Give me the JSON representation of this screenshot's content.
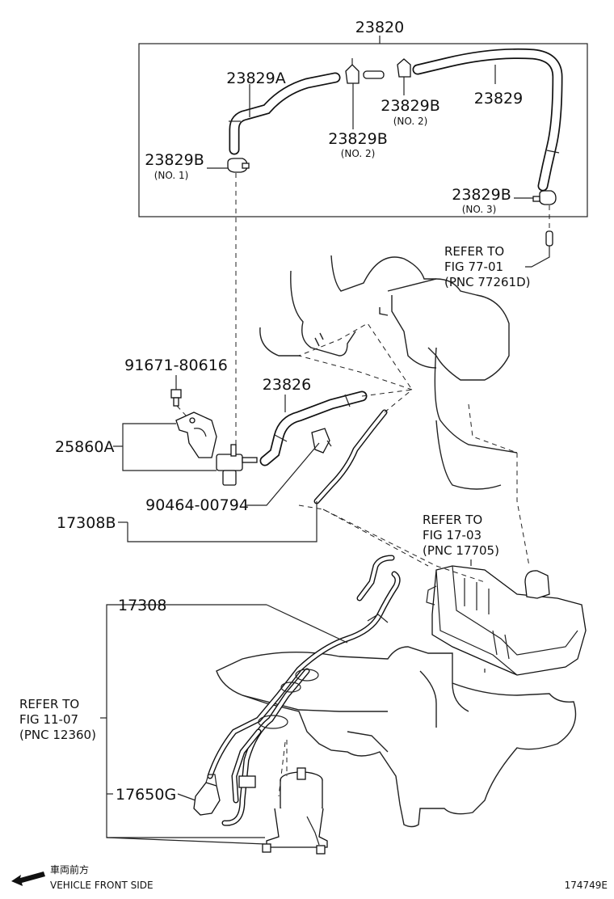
{
  "parts": {
    "p23820": "23820",
    "p23829A": "23829A",
    "p23829": "23829",
    "p23829B_no2_right": "23829B",
    "p23829B_no2_right_sub": "(NO. 2)",
    "p23829B_no2_left": "23829B",
    "p23829B_no2_left_sub": "(NO. 2)",
    "p23829B_no1": "23829B",
    "p23829B_no1_sub": "(NO. 1)",
    "p23829B_no3": "23829B",
    "p23829B_no3_sub": "(NO. 3)",
    "p91671": "91671-80616",
    "p23826": "23826",
    "p25860A": "25860A",
    "p90464": "90464-00794",
    "p17308B": "17308B",
    "p17308": "17308",
    "p17650G": "17650G"
  },
  "refs": {
    "fig7701": [
      "REFER TO",
      "FIG 77-01",
      "(PNC 77261D)"
    ],
    "fig1703": [
      "REFER TO",
      "FIG 17-03",
      "(PNC 17705)"
    ],
    "fig1107": [
      "REFER TO",
      "FIG 11-07",
      "(PNC 12360)"
    ]
  },
  "footer": {
    "direction_jp": "車両前方",
    "direction_en": "VEHICLE FRONT SIDE",
    "figure_id": "174749E"
  }
}
